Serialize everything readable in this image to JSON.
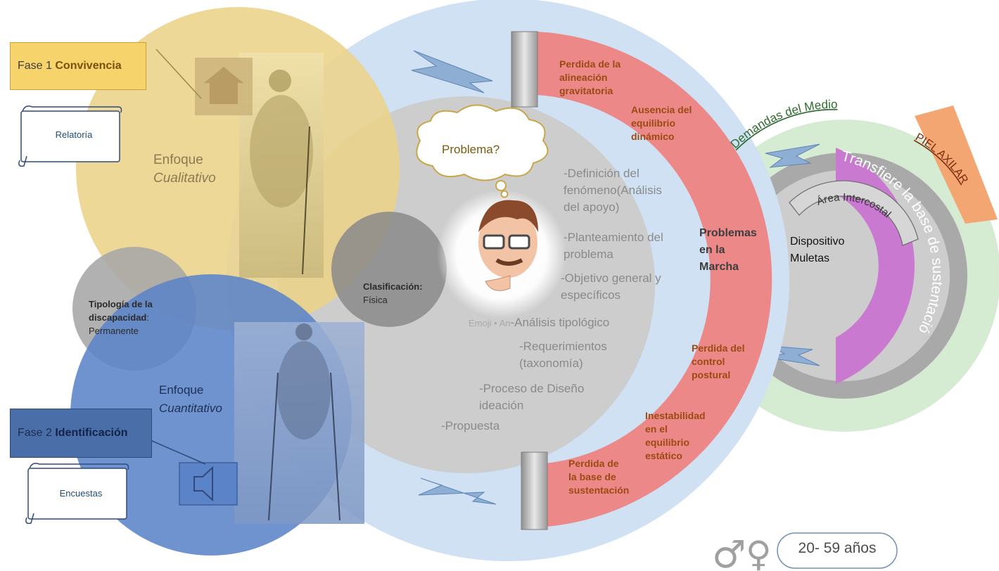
{
  "fase1": {
    "prefix": "Fase 1 ",
    "strong": "Convivencia"
  },
  "fase2": {
    "prefix": "Fase 2 ",
    "strong": "Identificación"
  },
  "relatoria": "Relatoría",
  "encuestas": "Encuestas",
  "enfoque1": {
    "line1": "Enfoque",
    "line2": "Cualitativo"
  },
  "enfoque2": {
    "line1": "Enfoque",
    "line2": "Cuantitativo"
  },
  "tipologia": {
    "bold1": "Tipología de la",
    "bold2": "discapacidad",
    "colon": ":",
    "value": "Permanente"
  },
  "clasificacion": {
    "bold": "Clasificación:",
    "value": "Física"
  },
  "problema_bubble": "Problema?",
  "process_steps": [
    "-Definición del",
    "fenómeno(Análisis",
    "del apoyo)",
    "-Planteamiento del",
    "problema",
    "-Objetivo general y",
    "específicos",
    "-Análisis tipológico",
    "-Requerimientos",
    "(taxonomía)",
    "-Proceso de Diseño",
    "ideación",
    "-Propuesta"
  ],
  "emoji_caption": "Emoji • An",
  "ring_labels": {
    "perdida_alineacion": [
      "Perdida de la",
      "alineación",
      "gravitatoria"
    ],
    "ausencia_equilibrio": [
      "Ausencia del",
      "equilibrio",
      "dinámico"
    ],
    "problemas_marcha": [
      "Problemas",
      "en la",
      "Marcha"
    ],
    "perdida_control": [
      "Perdida del",
      "control",
      "postural"
    ],
    "inestabilidad": [
      "Inestabilidad",
      "en el",
      "equilibrio",
      "estático"
    ],
    "perdida_base": [
      "Perdida de",
      "la base de",
      "sustentación"
    ]
  },
  "right_diagram": {
    "demandas": "Demandas del Medio",
    "piel": "PIEL AXILAR",
    "transfiere": "Transfiere la base de sustentación",
    "area": "Área Intercostal",
    "dispositivo": [
      "Dispositivo",
      "Muletas"
    ]
  },
  "demographics": {
    "age_range": "20- 59 años",
    "male_symbol": "♂",
    "female_symbol": "♀"
  },
  "colors": {
    "yellow_circle": "#ecd38a",
    "blue_circle": "#5b84c8",
    "light_blue_ring": "#cfe1f2",
    "gray_center": "#cfcfcf",
    "red_arc": "#f08080",
    "green_ring": "#d6ecd2",
    "purple_arc": "#c97ad0",
    "orange_band": "#f4a672"
  }
}
